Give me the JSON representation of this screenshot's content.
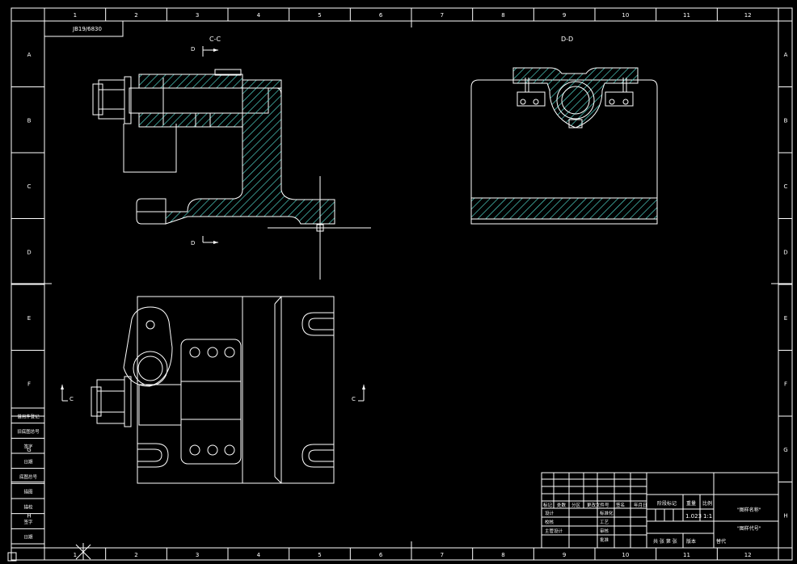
{
  "sheet": {
    "top_left_label": "JB19/6830",
    "col_labels": [
      "1",
      "2",
      "3",
      "4",
      "5",
      "6",
      "7",
      "8",
      "9",
      "10",
      "11",
      "12"
    ],
    "row_labels": [
      "A",
      "B",
      "C",
      "D",
      "E",
      "F",
      "G",
      "H"
    ]
  },
  "views": {
    "cc_title": "C-C",
    "dd_title": "D-D",
    "d_marker": "D",
    "c_marker": "C"
  },
  "left_strip": [
    "借用件登记",
    "旧底图总号",
    "签字",
    "日期",
    "底图总号",
    "描图",
    "描校",
    "签字",
    "日期"
  ],
  "title_block": {
    "left_headers": [
      "标记",
      "处数",
      "分区",
      "更改文件号",
      "签名",
      "年月日"
    ],
    "left_rows": [
      "设计",
      "校核",
      "主管设计"
    ],
    "mid_rows": [
      "标准化",
      "工艺",
      "审核",
      "批准"
    ],
    "stage_header": "阶段标记",
    "weight_header": "重量",
    "scale_header": "比例",
    "weight_value": "1.023",
    "scale_value": "1:1",
    "sheets_label": "共  张  第  张",
    "version_label": "版本",
    "replace_label": "替代",
    "drawing_name": "\"图样名称\"",
    "drawing_code": "\"图样代号\""
  },
  "colors": {
    "background": "#000000",
    "line": "#ffffff",
    "hatch": "#4fd1c5"
  }
}
